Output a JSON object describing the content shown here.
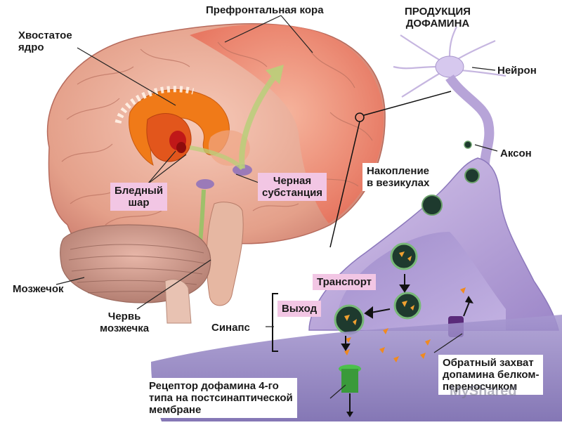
{
  "labels": {
    "prefrontal": "Префронтальная кора",
    "production": "ПРОДУКЦИЯ\nДОФАМИНА",
    "caudate": "Хвостатое\nядро",
    "neuron": "Нейрон",
    "axon": "Аксон",
    "accumulation": "Накопление\nв везикулах",
    "globus": "Бледный\nшар",
    "substantia": "Черная\nсубстанция",
    "transport": "Транспорт",
    "release": "Выход",
    "cerebellum": "Мозжечок",
    "vermis": "Червь\nмозжечка",
    "synapse": "Синапс",
    "reuptake": "Обратный захват\nдопамина белком-\nпереносчиком",
    "receptor": "Рецептор дофамина 4-го\nтипа на постсинаптической\nмембране"
  },
  "watermark": "MyShared",
  "colors": {
    "brain": "#e8a48c",
    "prefrontal": "#f08a6a",
    "caudate": "#f07a18",
    "neuron": "#b9a3d6",
    "membrane": "#8e7cc0",
    "label_box": "#f2c6e4"
  }
}
